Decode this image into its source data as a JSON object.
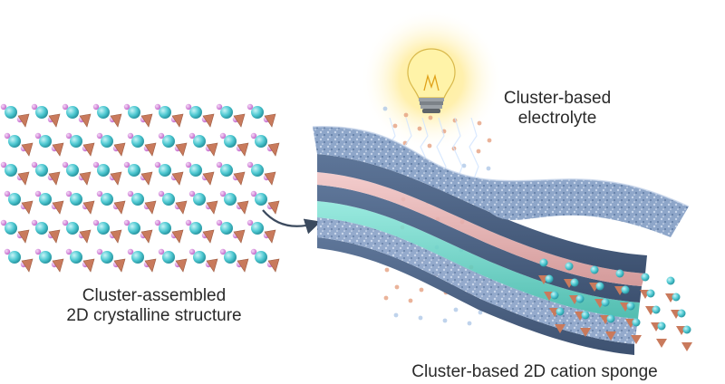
{
  "labels": {
    "crystal_line1": "Cluster-assembled",
    "crystal_line2": "2D crystalline structure",
    "electrolyte_line1": "Cluster-based",
    "electrolyte_line2": "electrolyte",
    "sponge": "Cluster-based 2D cation sponge"
  },
  "icons": {
    "bulb": "lightbulb-icon",
    "arrow": "curved-arrow-icon"
  },
  "colors": {
    "cluster_atom": "#4fc9d2",
    "ligand_atom": "#d98ae0",
    "pyramid": "#c97a5c",
    "sheet": "#7e9bc4",
    "sheet_edge_teal": "#62d6c8",
    "glow": "#ffe36b",
    "text": "#2a2a2a"
  }
}
